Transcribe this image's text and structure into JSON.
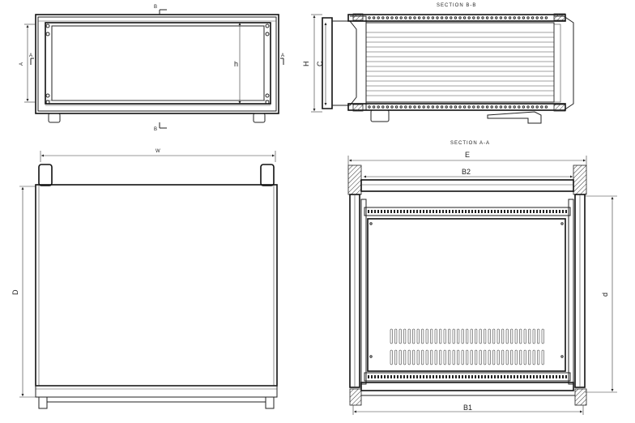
{
  "drawing": {
    "front_view": {
      "label_section_marker_top": "B",
      "label_section_marker_bottom": "B",
      "label_left_height": "A",
      "label_inner_height": "h",
      "label_side_marker_left": "A",
      "label_side_marker_right": "A"
    },
    "section_b": {
      "title": "SECTION B-B",
      "label_outer_height": "H",
      "label_inner_height": "C"
    },
    "top_view": {
      "label_width": "W",
      "label_depth": "D"
    },
    "section_a": {
      "title": "SECTION A-A",
      "label_outer_width": "E",
      "label_inner_width": "B2",
      "label_base_width": "B1",
      "label_depth": "d"
    }
  }
}
